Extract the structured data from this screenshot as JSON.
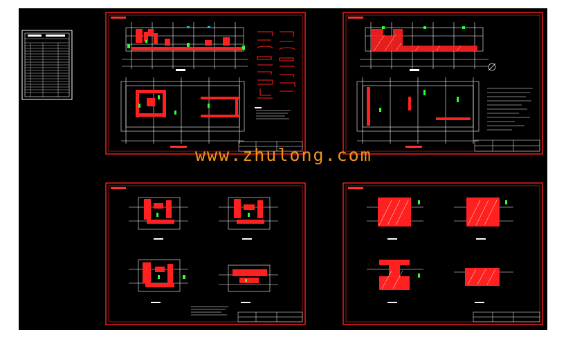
{
  "watermark": {
    "text": "www.zhulong.com"
  },
  "colors": {
    "background": "#000000",
    "sheet_border": "#ff1010",
    "linework": "#ffffff",
    "hatch": "#ff2020",
    "cyan": "#00e0ff",
    "green": "#30ff30",
    "yellow": "#ffff00",
    "watermark": "#f2941e"
  },
  "sheets": [
    {
      "id": "index-table",
      "kind": "drawing-list"
    },
    {
      "id": "sheet-1",
      "kind": "plan-with-rebar-schedule"
    },
    {
      "id": "sheet-2",
      "kind": "hatched-plan-with-notes"
    },
    {
      "id": "sheet-3",
      "kind": "four-detail-views"
    },
    {
      "id": "sheet-4",
      "kind": "four-hatched-sections"
    }
  ]
}
